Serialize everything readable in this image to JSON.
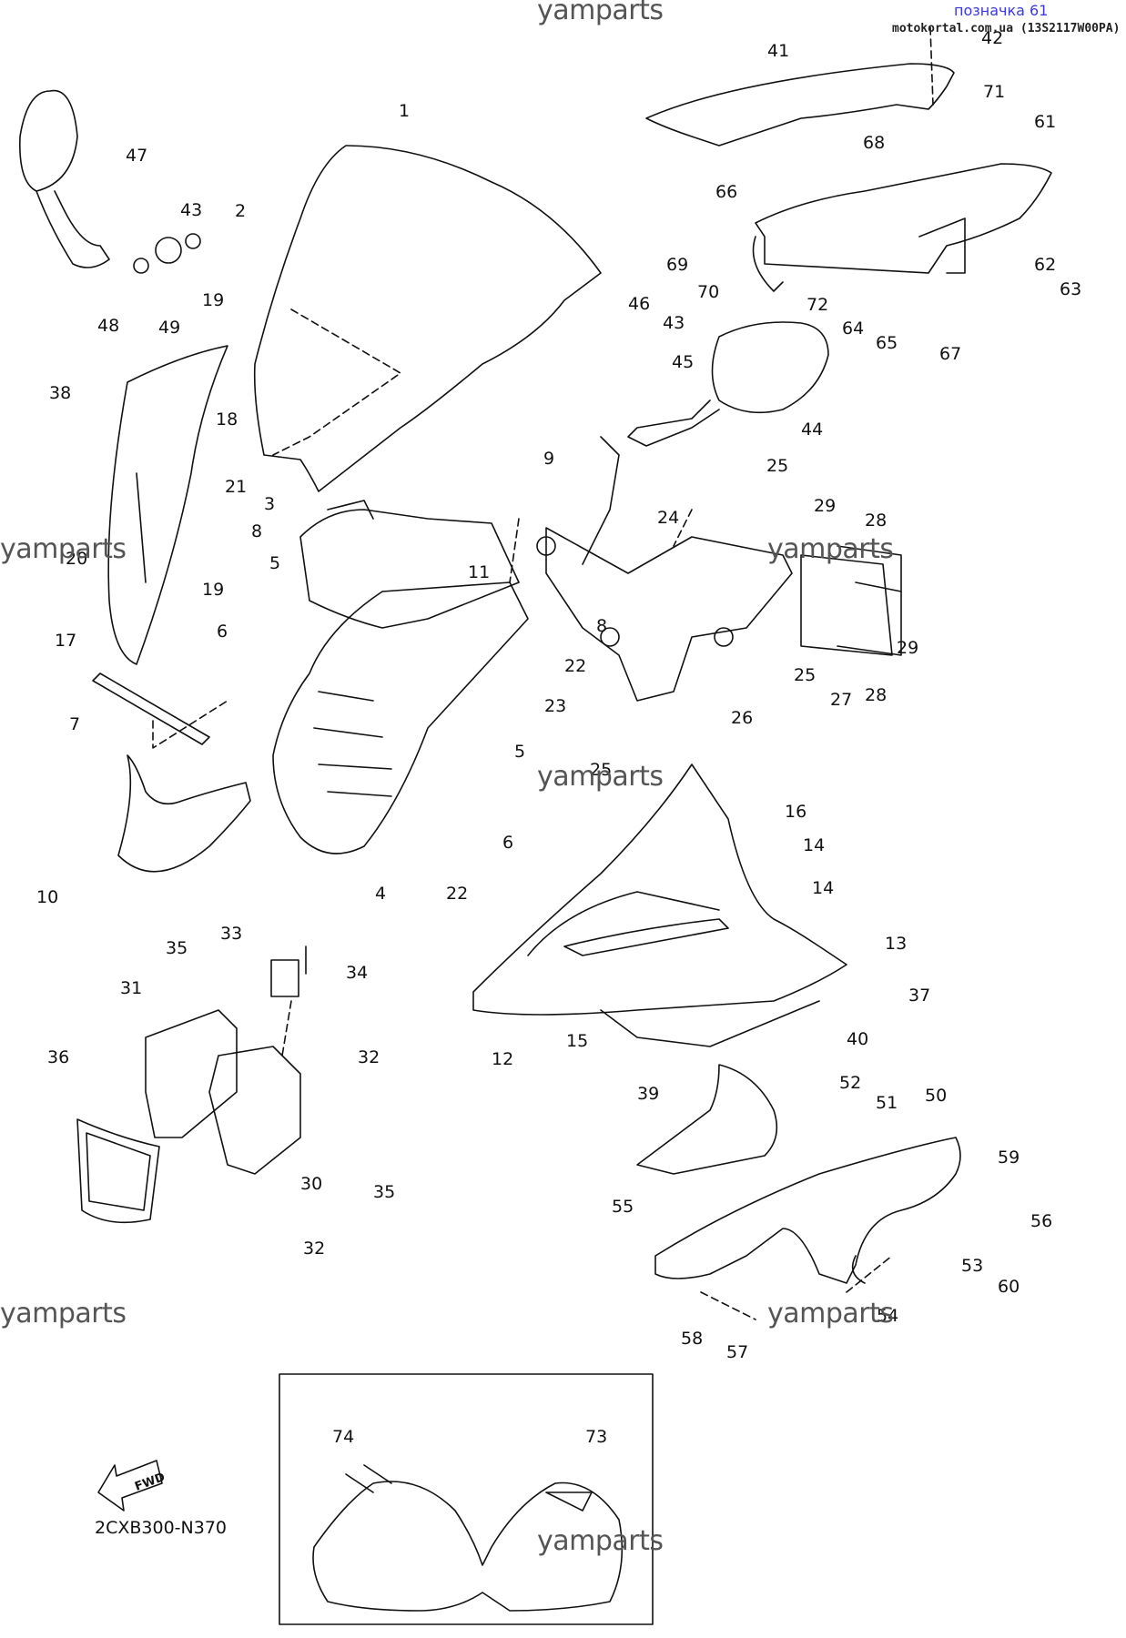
{
  "header": {
    "link_text": "позначка 61",
    "site_text": "motokortal.com.ua (13S2117W00PA)"
  },
  "watermark": "yamparts",
  "diagram_code": "2CXB300-N370",
  "fwd_label": "FWD",
  "part_numbers": [
    "1",
    "2",
    "3",
    "4",
    "5",
    "5",
    "6",
    "6",
    "7",
    "8",
    "8",
    "9",
    "10",
    "11",
    "12",
    "13",
    "14",
    "14",
    "15",
    "16",
    "17",
    "18",
    "19",
    "19",
    "20",
    "21",
    "22",
    "22",
    "23",
    "24",
    "25",
    "25",
    "25",
    "26",
    "27",
    "28",
    "28",
    "29",
    "29",
    "30",
    "31",
    "32",
    "32",
    "33",
    "34",
    "35",
    "35",
    "36",
    "37",
    "38",
    "39",
    "40",
    "41",
    "42",
    "43",
    "43",
    "44",
    "45",
    "46",
    "47",
    "48",
    "49",
    "50",
    "51",
    "52",
    "53",
    "54",
    "55",
    "56",
    "57",
    "58",
    "59",
    "60",
    "61",
    "62",
    "63",
    "64",
    "65",
    "66",
    "67",
    "68",
    "69",
    "70",
    "71",
    "72",
    "73",
    "74"
  ]
}
